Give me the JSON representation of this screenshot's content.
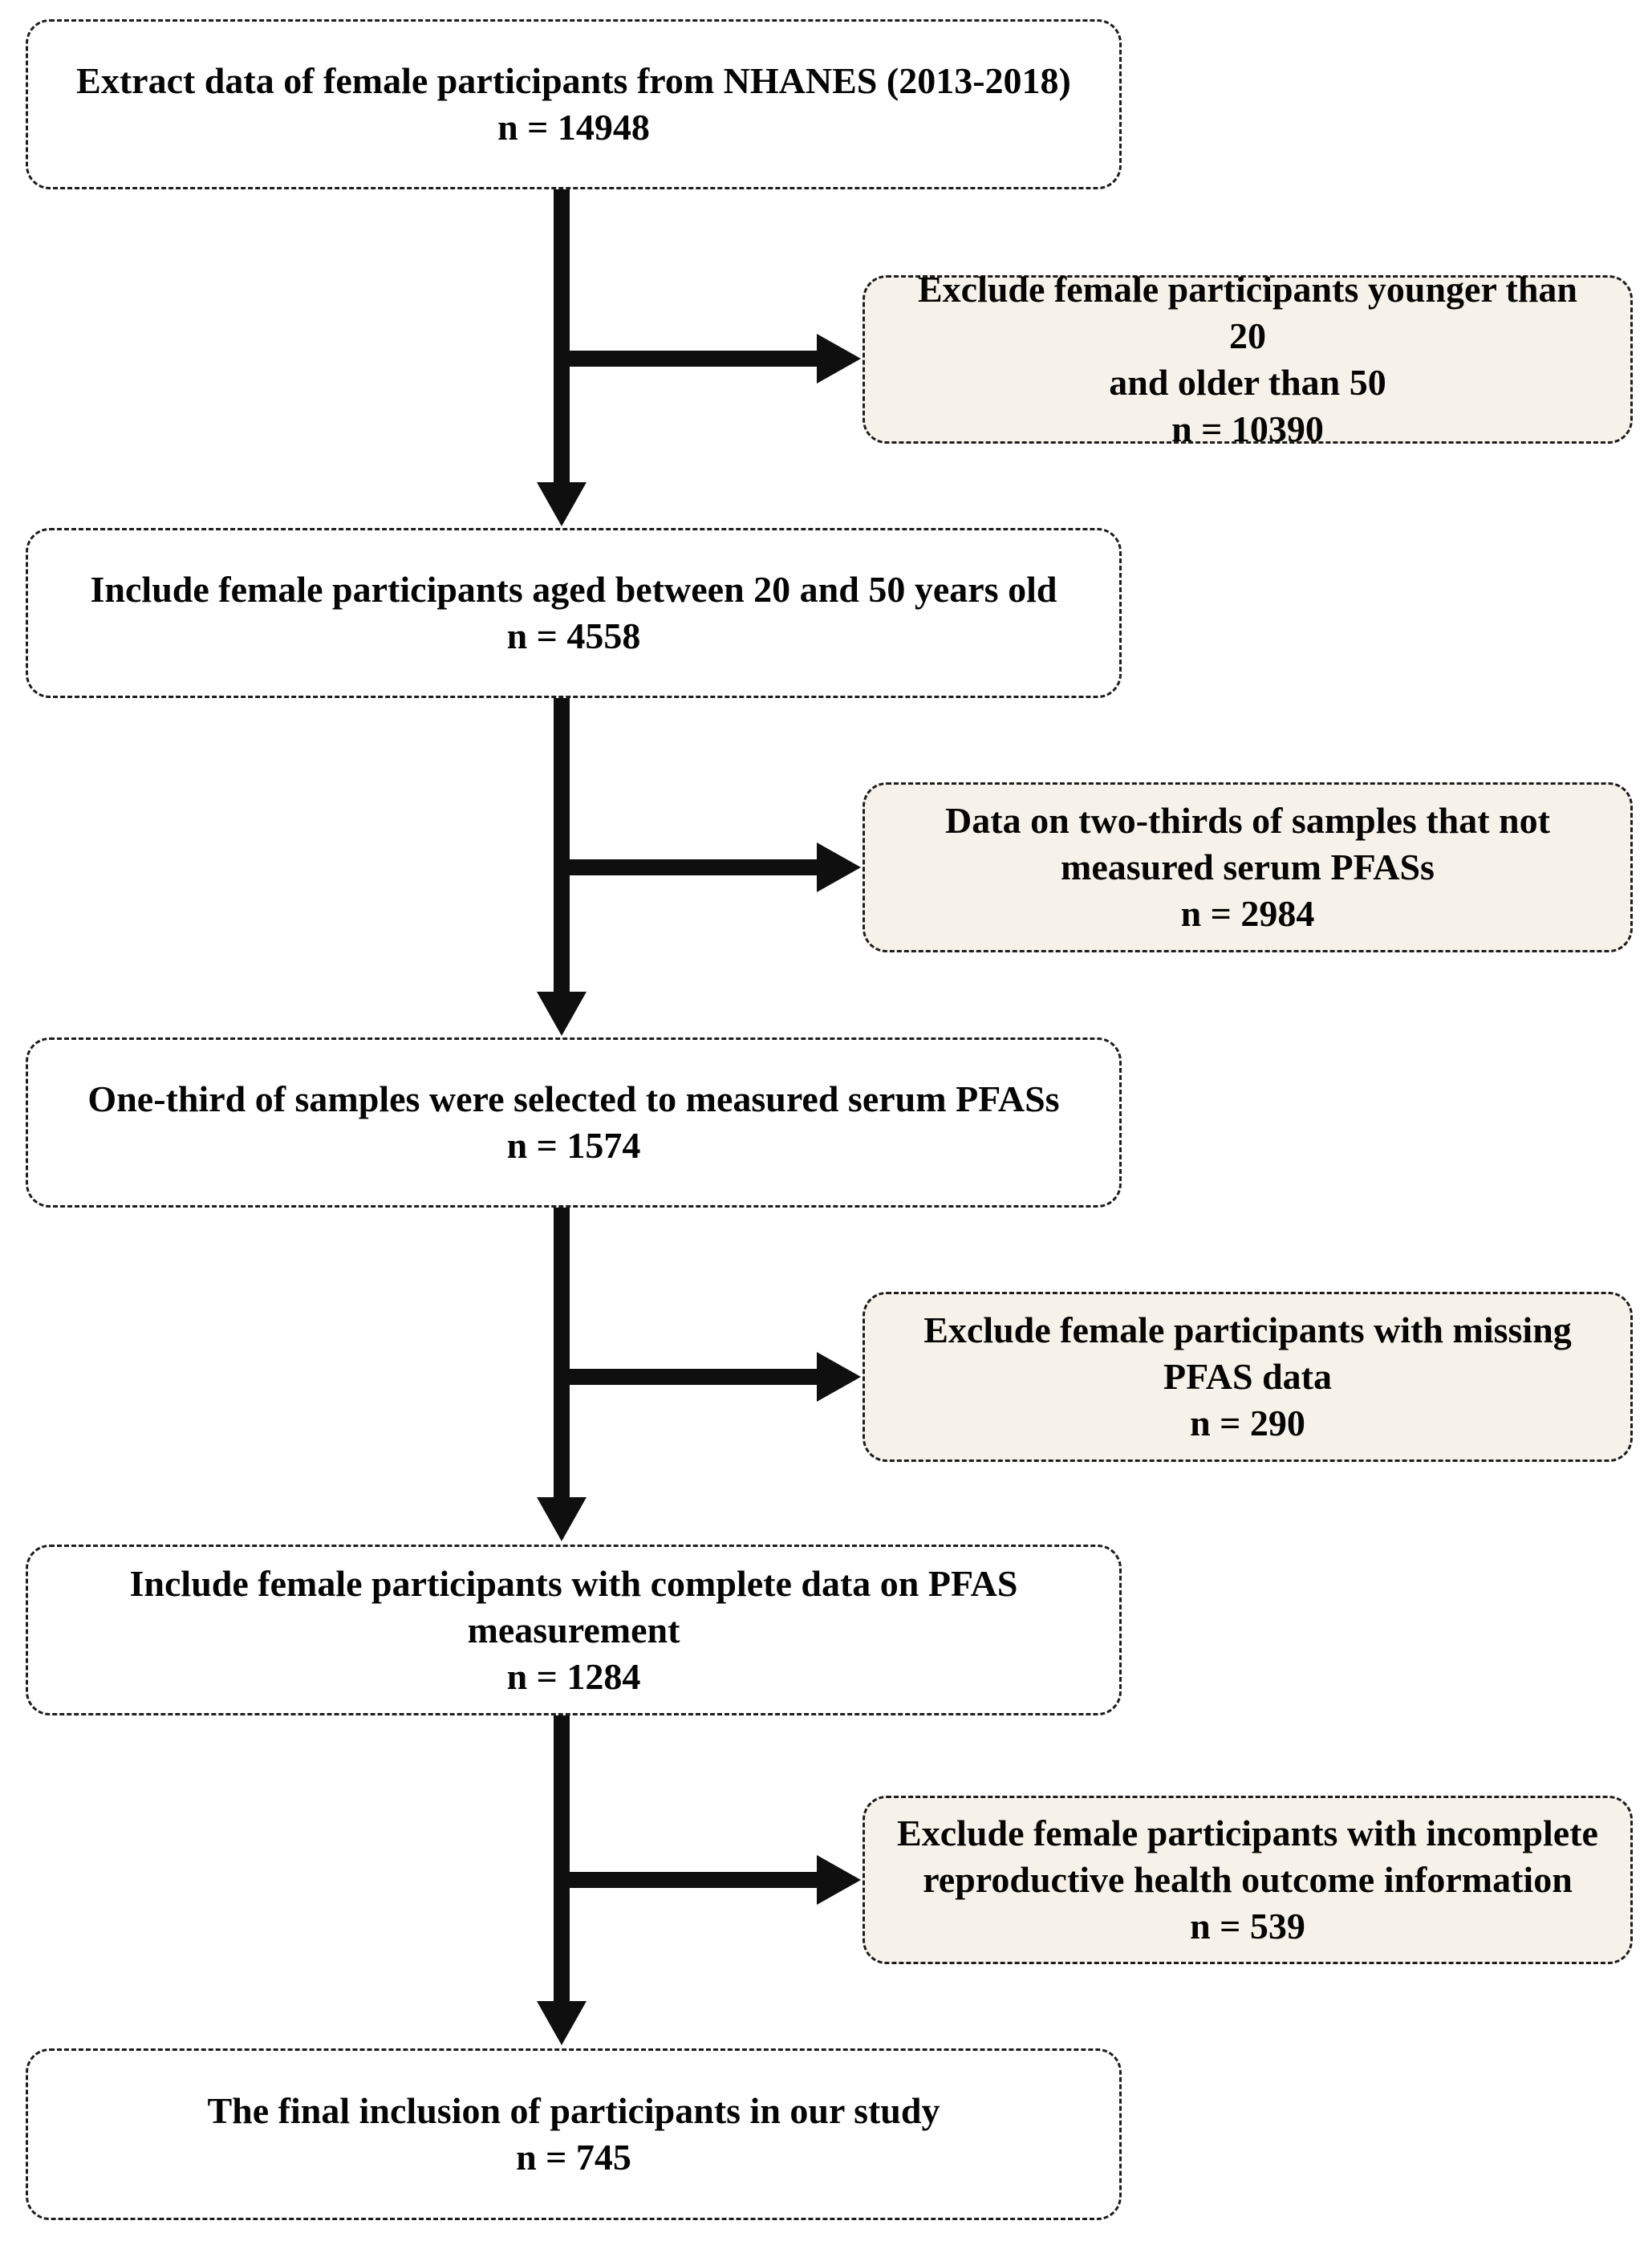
{
  "figure": {
    "type": "participant-selection-flowchart",
    "colors": {
      "main_box_bg": "#fefefe",
      "exclusion_box_bg": "#f7f2e9",
      "border": "#1d1d1d",
      "arrow": "#0f0f0f",
      "text": "#050505"
    },
    "main_boxes": [
      {
        "label": "Extract data of female participants from NHANES (2013-2018)",
        "count": "n = 14948"
      },
      {
        "label": "Include female participants aged between 20 and 50 years old",
        "count": "n = 4558"
      },
      {
        "label": "One-third of samples were selected to measured serum PFASs",
        "count": "n = 1574"
      },
      {
        "label": "Include female participants with complete data on PFAS\nmeasurement",
        "count": "n = 1284"
      },
      {
        "label": "The final inclusion of participants in our study",
        "count": "n = 745"
      }
    ],
    "exclusion_boxes": [
      {
        "label": "Exclude female participants younger than 20\nand older than 50",
        "count": "n = 10390"
      },
      {
        "label": "Data on two-thirds of samples that not\nmeasured serum PFASs",
        "count": "n = 2984"
      },
      {
        "label": "Exclude female participants with missing\nPFAS data",
        "count": "n = 290"
      },
      {
        "label": "Exclude female participants with incomplete\nreproductive health outcome information",
        "count": "n = 539"
      }
    ]
  }
}
